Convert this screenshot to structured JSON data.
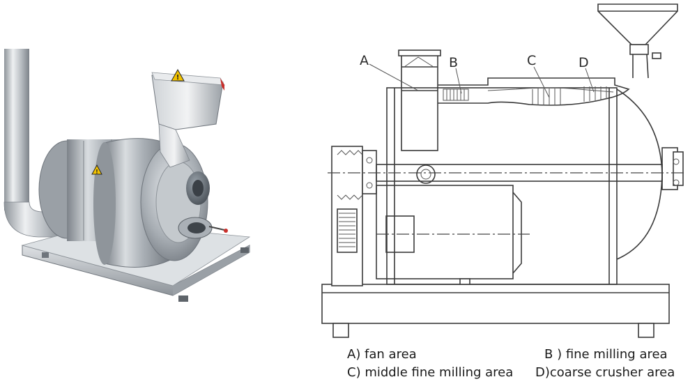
{
  "photo": {
    "warning_icon": "warning-triangle-icon",
    "colors": {
      "steel": "#b9bec4",
      "steel_dark": "#6f757c",
      "warning": "#f2c200",
      "accent": "#c9302c"
    }
  },
  "drawing": {
    "callouts": [
      {
        "key": "a",
        "letter": "A"
      },
      {
        "key": "b",
        "letter": "B"
      },
      {
        "key": "c",
        "letter": "C"
      },
      {
        "key": "d",
        "letter": "D"
      }
    ]
  },
  "legend": {
    "a": "A) fan area",
    "b": "B ) fine milling area",
    "c": "C) middle fine milling area",
    "d": "D)coarse crusher area"
  }
}
